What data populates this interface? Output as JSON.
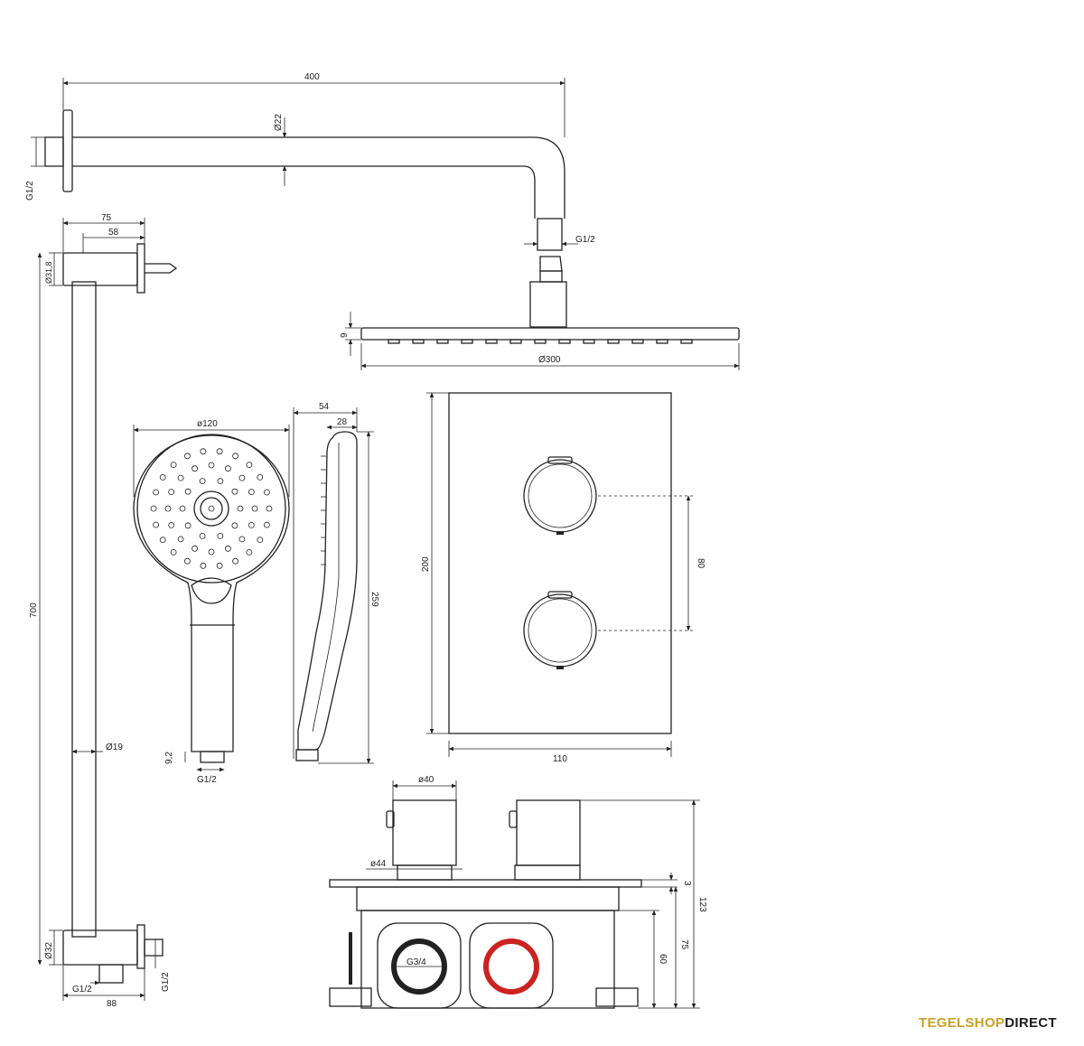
{
  "brand": {
    "part1": "TEGELSHOP",
    "part2": "DIRECT",
    "accent_color": "#c9a227",
    "text_color": "#1d1d1d"
  },
  "dims": {
    "arm_length": "400",
    "arm_diameter": "Ø22",
    "arm_thread": "G1/2",
    "arm_outlet_thread": "G1/2",
    "head_thickness": "9",
    "head_diameter": "Ø300",
    "bracket_75": "75",
    "bracket_58": "58",
    "bracket_diameter": "Ø31,8",
    "rail_height": "700",
    "rail_diameter": "Ø19",
    "lower_diameter": "Ø32",
    "lower_thread_left": "G1/2",
    "lower_thread_right": "G1/2",
    "lower_width": "88",
    "hand_diameter": "ø120",
    "hand_thread": "G1/2",
    "hand_thread_len": "9,2",
    "side_depth": "54",
    "side_depth_inner": "28",
    "side_length": "259",
    "plate_height": "200",
    "plate_spacing": "80",
    "plate_width": "110",
    "knob_diameter": "ø40",
    "knob_base": "ø44",
    "box_3": "3",
    "box_60": "60",
    "box_75": "75",
    "box_123": "123",
    "box_thread": "G3/4"
  },
  "colors": {
    "line": "#222222",
    "hot_ring": "#cc2222"
  }
}
